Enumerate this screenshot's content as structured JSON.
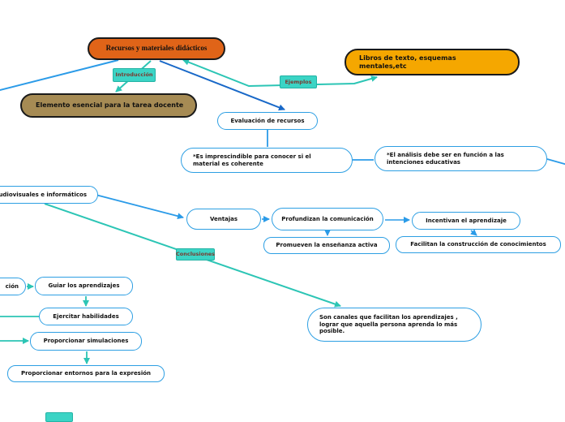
{
  "diagram_type": "concept-map",
  "colors": {
    "main_concept_fill": "#e06418",
    "example_concept_fill": "#f5a700",
    "essential_concept_fill": "#a68b54",
    "link_label_fill": "#3bd4c5",
    "white_node_border": "#2d9fe3",
    "blue_line": "#2b9be8",
    "dark_blue_line": "#1868c8",
    "teal_line": "#2cc5b5",
    "link_label_text": "#7b3a30",
    "node_text": "#101010"
  },
  "nodes": {
    "recursos": {
      "label": "Recursos y materiales didácticos"
    },
    "introduccion": {
      "label": "Introducción"
    },
    "elemento": {
      "label": "Elemento esencial para la tarea docente"
    },
    "libros": {
      "label": "Libros de texto, esquemas mentales,etc"
    },
    "ejemplos": {
      "label": "Ejemplos"
    },
    "evaluacion": {
      "label": "Evaluación de recursos"
    },
    "es_imprescindible": {
      "label": "*Es imprescindible para conocer si el material es coherente"
    },
    "el_analisis": {
      "label": "*El análisis debe ser en función a las intenciones educativas"
    },
    "audiovisuales": {
      "label": "udiovisuales e informáticos"
    },
    "ventajas": {
      "label": "Ventajas"
    },
    "profundizan": {
      "label": "Profundizan la comunicación"
    },
    "incentivan": {
      "label": "Incentivan el aprendizaje"
    },
    "promueven": {
      "label": "Promueven la enseñanza activa"
    },
    "facilitan": {
      "label": "Facilitan la construcción de conocimientos"
    },
    "conclusiones": {
      "label": "Conclusiones"
    },
    "cion": {
      "label": "ción"
    },
    "guiar": {
      "label": "Guiar los aprendizajes"
    },
    "ejercitar": {
      "label": "Ejercitar habilidades"
    },
    "simulaciones": {
      "label": "Proporcionar simulaciones"
    },
    "entornos": {
      "label": "Proporcionar entornos para la expresión"
    },
    "son_canales": {
      "label": "Son canales que facilitan los aprendizajes , lograr que aquella persona aprenda lo más posible."
    }
  }
}
